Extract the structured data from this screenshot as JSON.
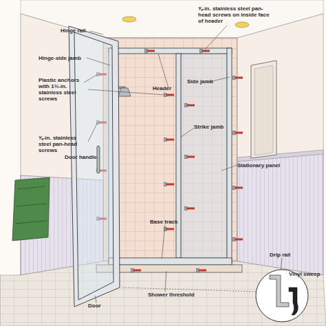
{
  "diagram": {
    "labels": [
      "⅝-in. stainless steel pan-head screws on inside face of header",
      "Hinge rail",
      "Hinge-side jamb",
      "Header",
      "Side jamb",
      "Plastic anchors with 1½-in. stainless steel screws",
      "Strike jamb",
      "⅝-in. stainless steel pan-head screws",
      "Door handle",
      "Stationary panel",
      "Base track",
      "Drip rail",
      "Vinyl sweep",
      "Door",
      "Shower threshold"
    ]
  }
}
